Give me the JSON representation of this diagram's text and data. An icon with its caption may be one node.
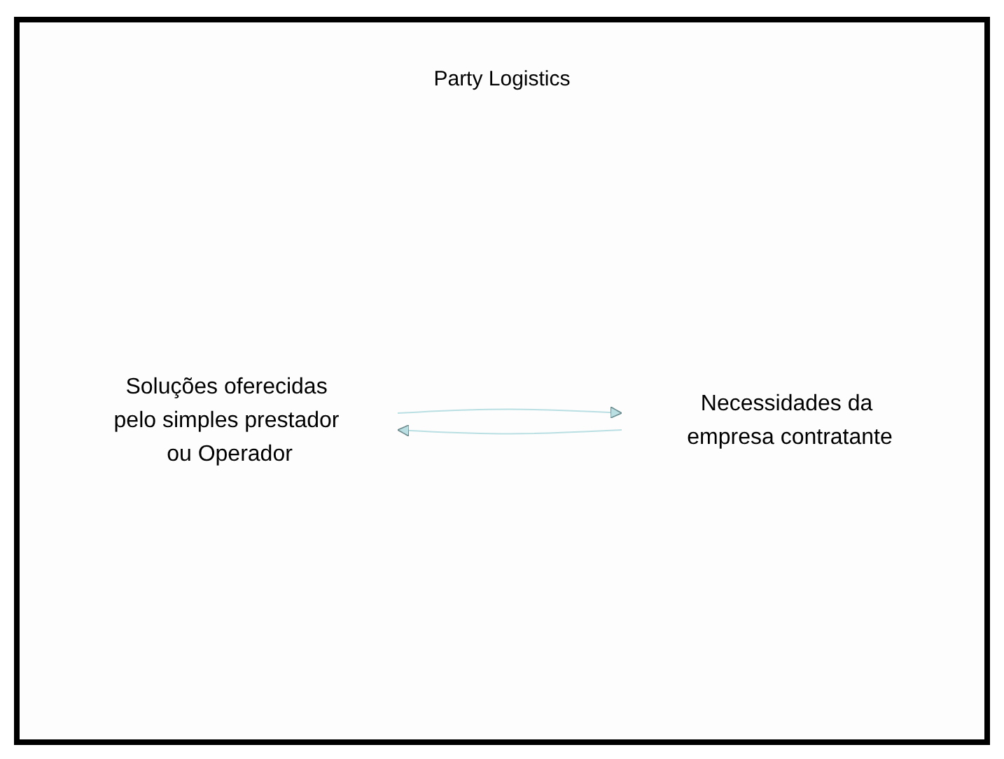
{
  "diagram": {
    "title": "Party Logistics",
    "nodes": [
      {
        "text": [
          "Soluções oferecidas pelo simples prestador ou Operador"
        ]
      },
      {
        "text": [
          "Necessidades da empresa contratante"
        ]
      }
    ],
    "edges": [
      {
        "from": 1,
        "to": 0,
        "arrow": "to",
        "color": "#b9dfe3"
      },
      {
        "from": 0,
        "to": 1,
        "arrow": "to",
        "color": "#b9dfe3"
      }
    ]
  }
}
